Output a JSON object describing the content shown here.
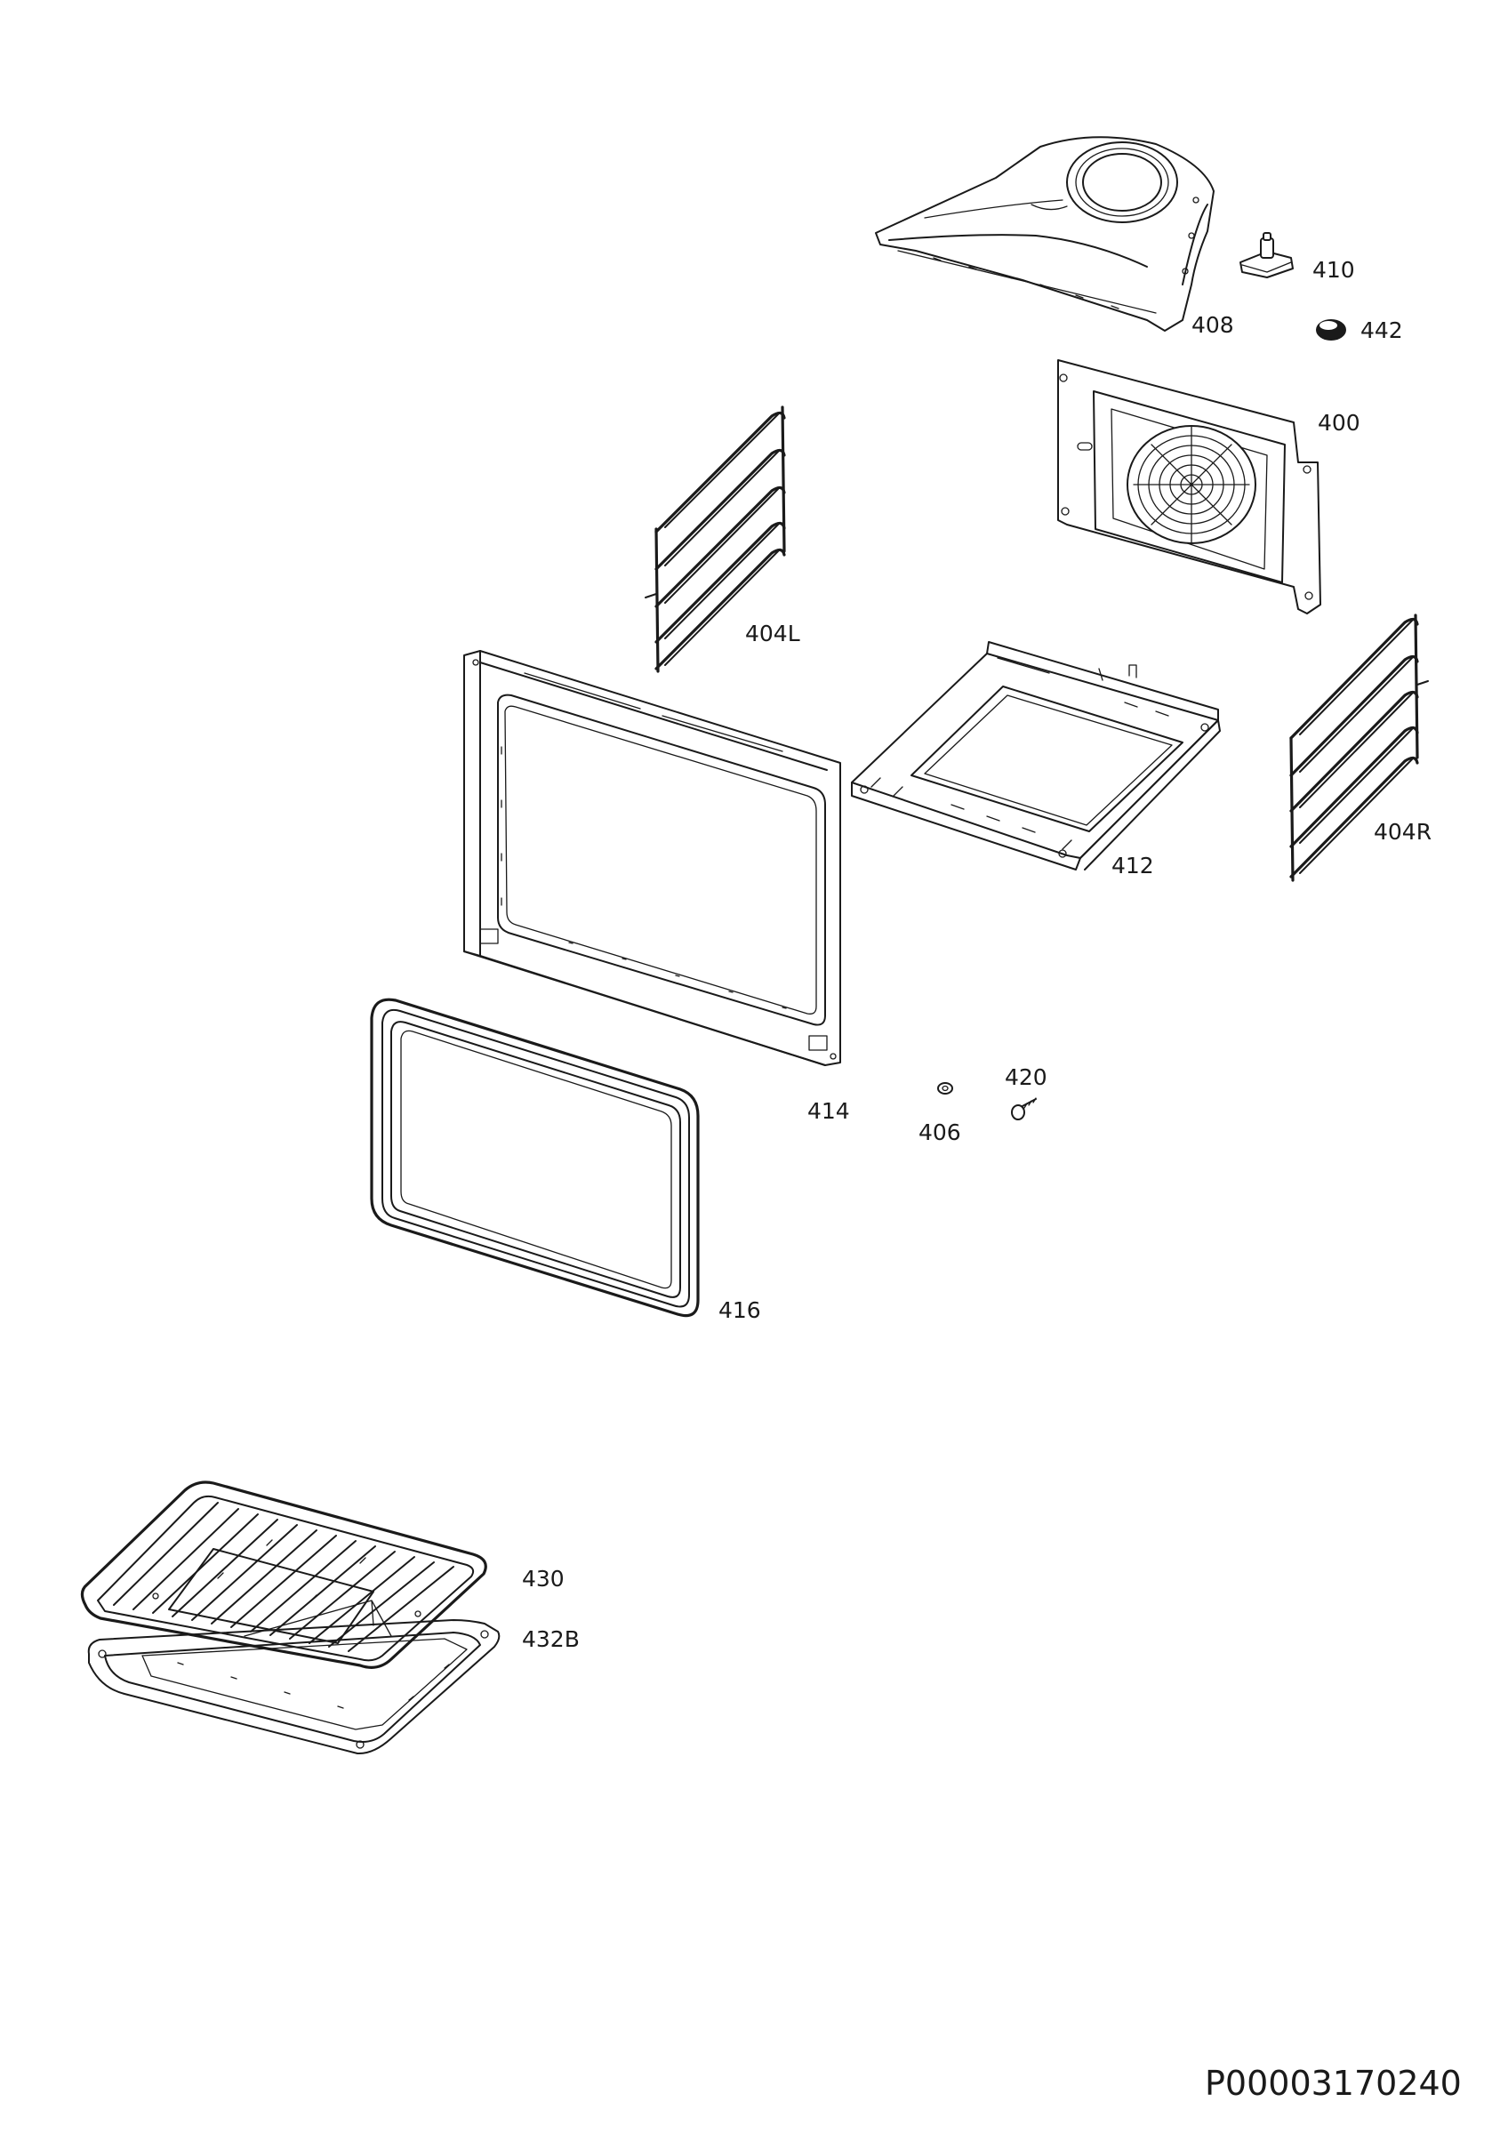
{
  "document_id": "P00003170240",
  "labels": {
    "p408": "408",
    "p410": "410",
    "p442": "442",
    "p400": "400",
    "p404L": "404L",
    "p404R": "404R",
    "p412": "412",
    "p414": "414",
    "p416": "416",
    "p406": "406",
    "p420": "420",
    "p430": "430",
    "p432B": "432B"
  }
}
